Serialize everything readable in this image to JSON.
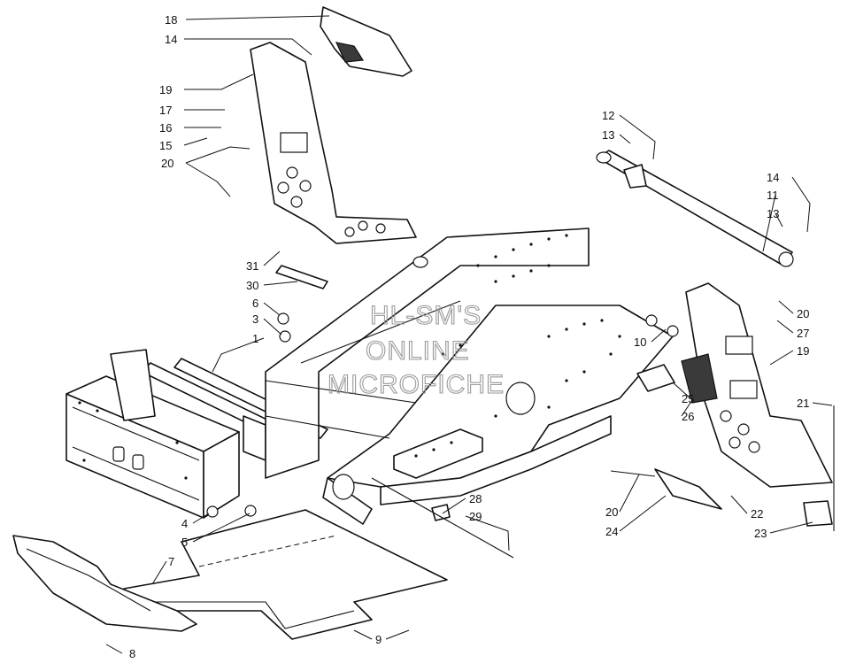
{
  "watermark": {
    "line1": "HL-SM'S",
    "line2": "ONLINE",
    "line3": "MICROFICHE"
  },
  "callouts": [
    {
      "id": "c18",
      "label": "18"
    },
    {
      "id": "c14a",
      "label": "14"
    },
    {
      "id": "c19a",
      "label": "19"
    },
    {
      "id": "c17",
      "label": "17"
    },
    {
      "id": "c16",
      "label": "16"
    },
    {
      "id": "c15",
      "label": "15"
    },
    {
      "id": "c20a",
      "label": "20"
    },
    {
      "id": "c12",
      "label": "12"
    },
    {
      "id": "c13a",
      "label": "13"
    },
    {
      "id": "c14b",
      "label": "14"
    },
    {
      "id": "c11",
      "label": "11"
    },
    {
      "id": "c13b",
      "label": "13"
    },
    {
      "id": "c31",
      "label": "31"
    },
    {
      "id": "c30",
      "label": "30"
    },
    {
      "id": "c6",
      "label": "6"
    },
    {
      "id": "c3",
      "label": "3"
    },
    {
      "id": "c1",
      "label": "1"
    },
    {
      "id": "c20b",
      "label": "20"
    },
    {
      "id": "c27",
      "label": "27"
    },
    {
      "id": "c10",
      "label": "10"
    },
    {
      "id": "c19b",
      "label": "19"
    },
    {
      "id": "c25",
      "label": "25"
    },
    {
      "id": "c26",
      "label": "26"
    },
    {
      "id": "c21",
      "label": "21"
    },
    {
      "id": "c4",
      "label": "4"
    },
    {
      "id": "c5",
      "label": "5"
    },
    {
      "id": "c7",
      "label": "7"
    },
    {
      "id": "c28",
      "label": "28"
    },
    {
      "id": "c29",
      "label": "29"
    },
    {
      "id": "c20c",
      "label": "20"
    },
    {
      "id": "c24",
      "label": "24"
    },
    {
      "id": "c22",
      "label": "22"
    },
    {
      "id": "c23",
      "label": "23"
    },
    {
      "id": "c8",
      "label": "8"
    },
    {
      "id": "c9",
      "label": "9"
    }
  ]
}
